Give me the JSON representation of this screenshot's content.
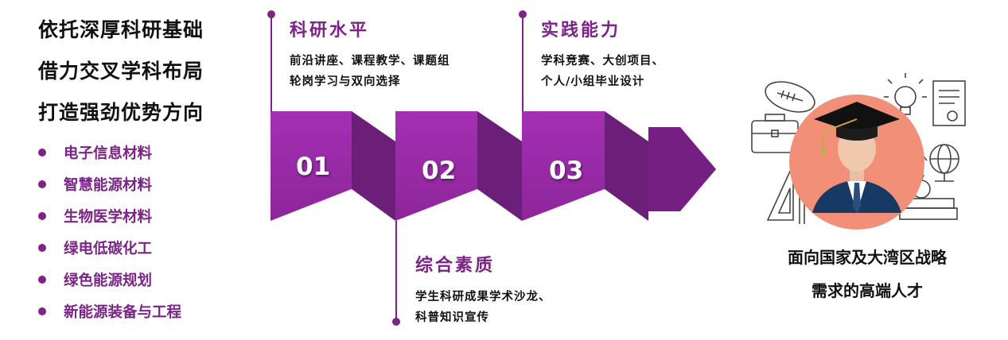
{
  "heading": {
    "lines": [
      "依托深厚科研基础",
      "借力交叉学科布局",
      "打造强劲优势方向"
    ]
  },
  "directions": [
    "电子信息材料",
    "智慧能源材料",
    "生物医学材料",
    "绿电低碳化工",
    "绿色能源规划",
    "新能源装备与工程"
  ],
  "steps": [
    {
      "num": "01",
      "title": "科研水平",
      "desc": [
        "前沿讲座、课程教学、课题组",
        "轮岗学习与双向选择"
      ]
    },
    {
      "num": "02",
      "title": "综合素质",
      "desc": [
        "学生科研成果学术沙龙、",
        "科普知识宣传"
      ]
    },
    {
      "num": "03",
      "title": "实践能力",
      "desc": [
        "学科竞赛、大创项目、",
        "个人/小组毕业设计"
      ]
    }
  ],
  "conclusion": {
    "lines": [
      "面向国家及大湾区战略",
      "需求的高端人才"
    ]
  },
  "colors": {
    "accent": "#7b2386",
    "ribbon_light": "#a42fb3",
    "ribbon_dark": "#6b1f78",
    "figure_circle": "#f28f78"
  },
  "icons": [
    "graduate-icon",
    "football-icon",
    "lightbulb-icon",
    "certificate-icon",
    "briefcase-icon",
    "globe-icon",
    "magnifier-icon",
    "ruler-icon",
    "apple-icon",
    "books-icon"
  ]
}
